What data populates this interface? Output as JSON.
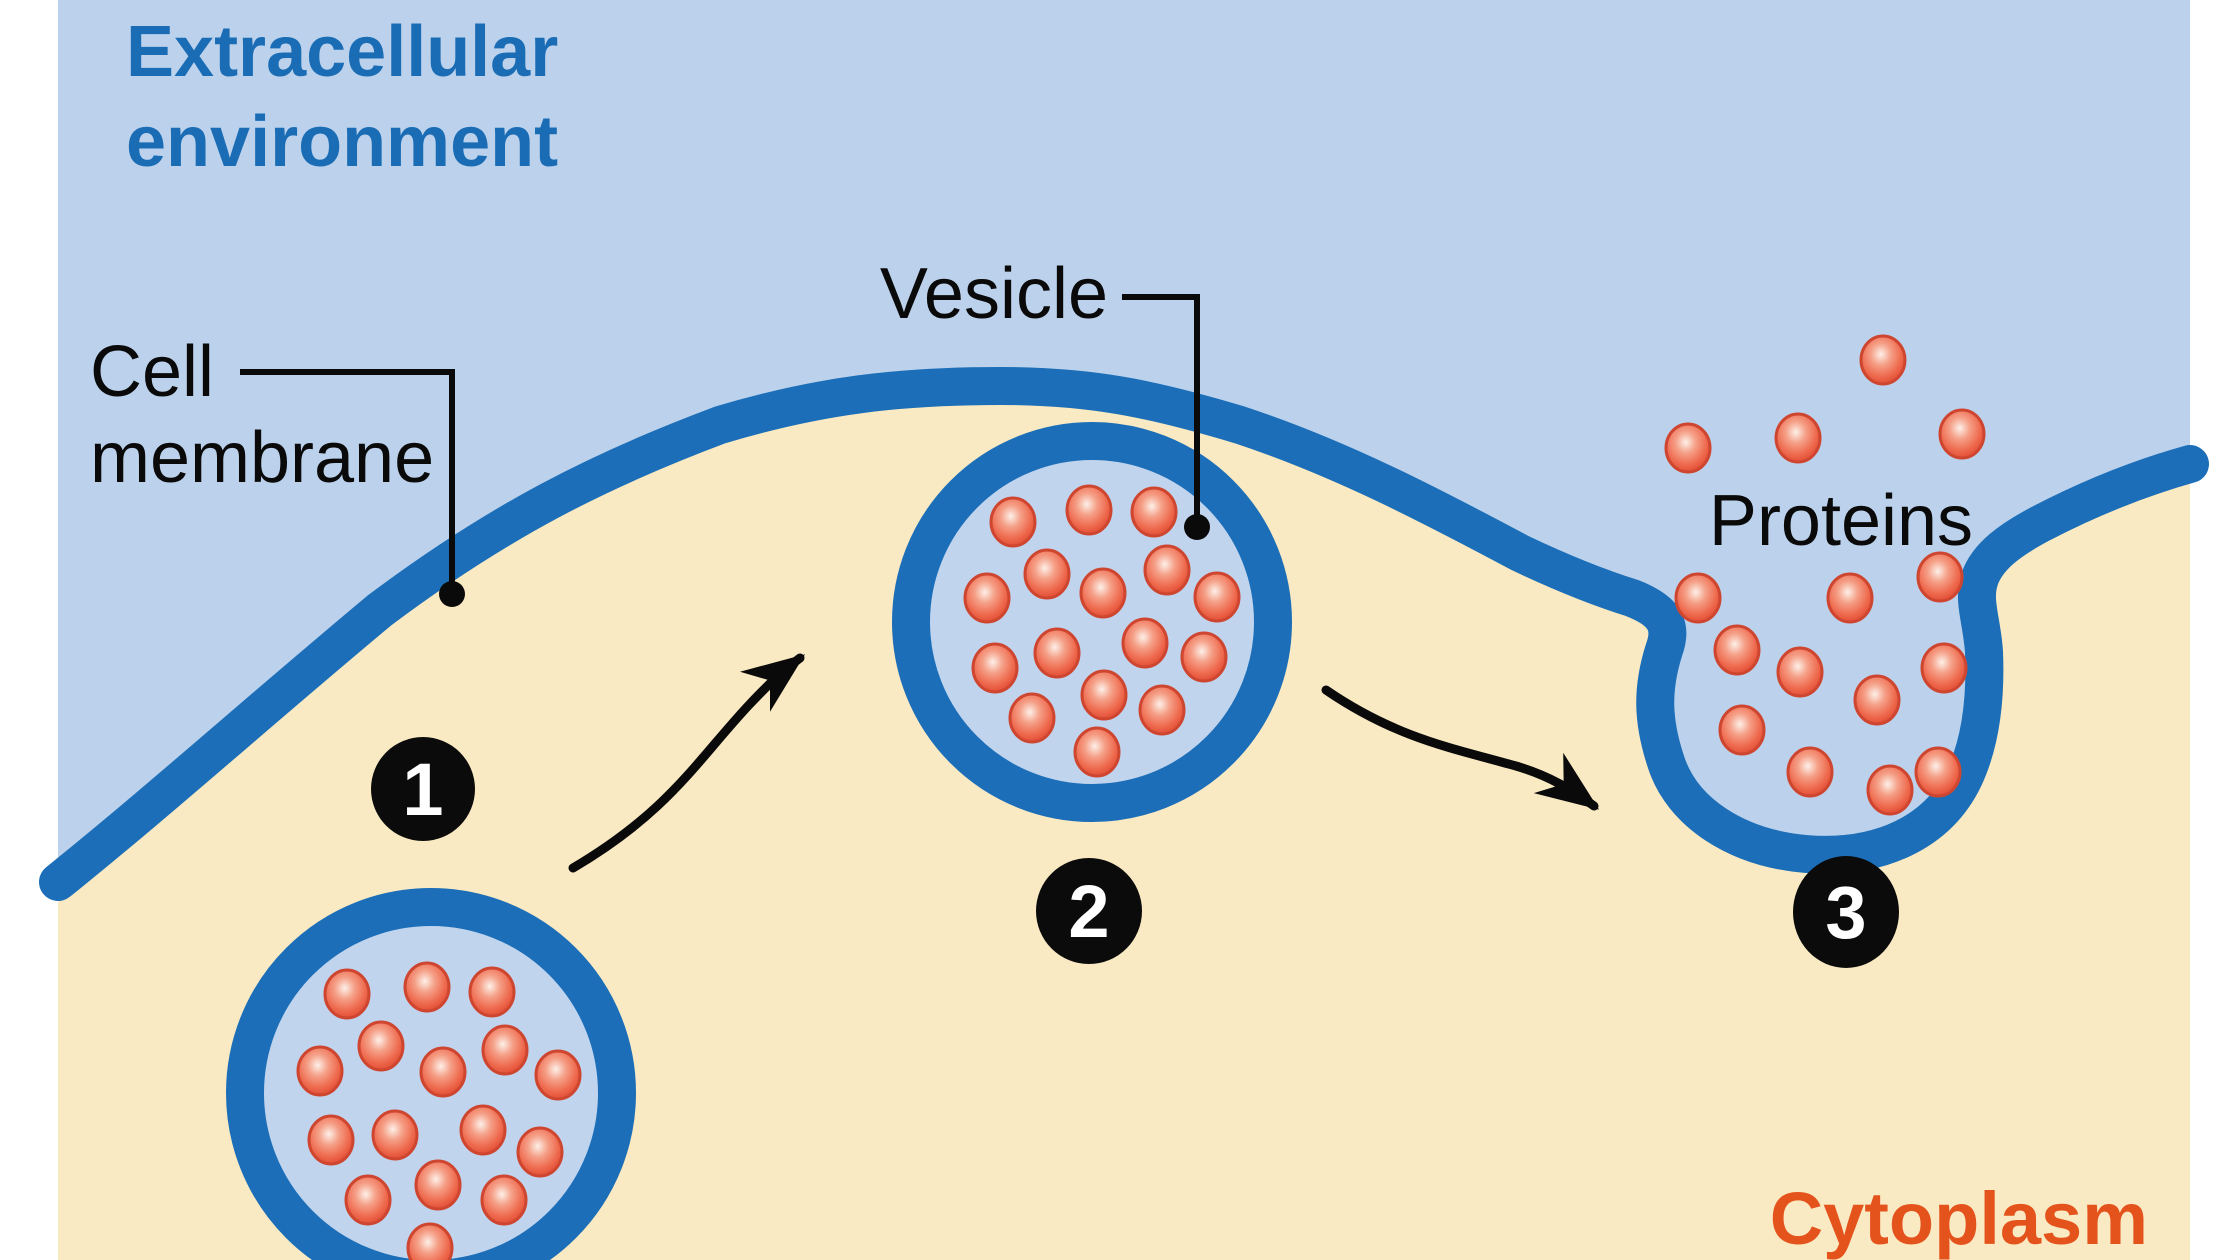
{
  "labels": {
    "extracellular_line1": "Extracellular",
    "extracellular_line2": "environment",
    "cell_membrane_line1": "Cell",
    "cell_membrane_line2": "membrane",
    "vesicle": "Vesicle",
    "proteins": "Proteins",
    "cytoplasm": "Cytoplasm"
  },
  "steps": [
    {
      "number": "1"
    },
    {
      "number": "2"
    },
    {
      "number": "3"
    }
  ],
  "colors": {
    "extracellular_fill": "#bcd2ec",
    "cytoplasm_fill": "#faeac3",
    "membrane_blue": "#1b6eb7",
    "vesicle_fill": "#c0d4ee",
    "protein_red_edge": "#e25138",
    "protein_rim": "#cf4630",
    "title_blue": "#1a6cb5",
    "cytoplasm_label_orange": "#e5531d",
    "label_black": "#0a0a0a",
    "step_badge_black": "#0b0b0b",
    "pointer_black": "#0a0a0a"
  },
  "protein_counts": {
    "vesicle_1": 16,
    "vesicle_2": 16,
    "released": 15
  }
}
